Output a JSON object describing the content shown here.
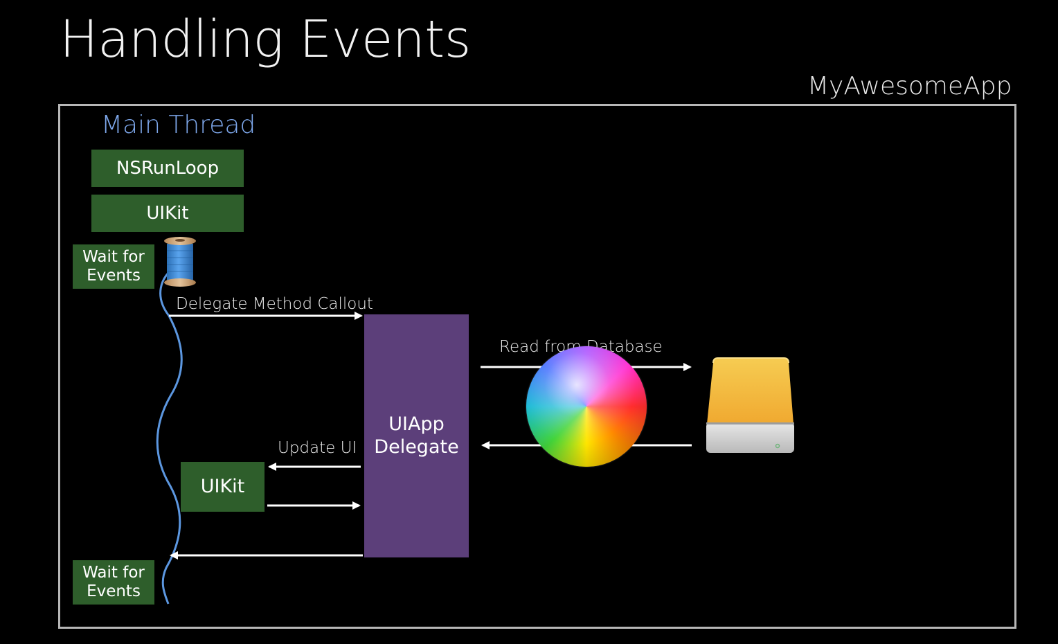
{
  "slide": {
    "title": "Handling Events",
    "app_name": "MyAwesomeApp"
  },
  "thread": {
    "label": "Main Thread",
    "color": "#7ea8ec"
  },
  "boxes": {
    "nsrunloop": "NSRunLoop",
    "uikit_top": "UIKit",
    "wait_top": "Wait for\nEvents",
    "uikit_mid": "UIKit",
    "delegate": "UIApp\nDelegate",
    "wait_bottom": "Wait for\nEvents"
  },
  "arrows": {
    "delegate_callout": "Delegate Method Callout",
    "update_ui": "Update UI",
    "read_database": "Read from Database"
  },
  "icons": {
    "spool": "thread-spool-icon",
    "spinner": "spinning-wait-cursor-icon",
    "drive": "hard-drive-icon"
  },
  "colors": {
    "background": "#000000",
    "green_box": "#2e5e2b",
    "delegate_box": "#5c3f7a",
    "frame": "#b7b7b7",
    "arrow": "#ffffff"
  }
}
